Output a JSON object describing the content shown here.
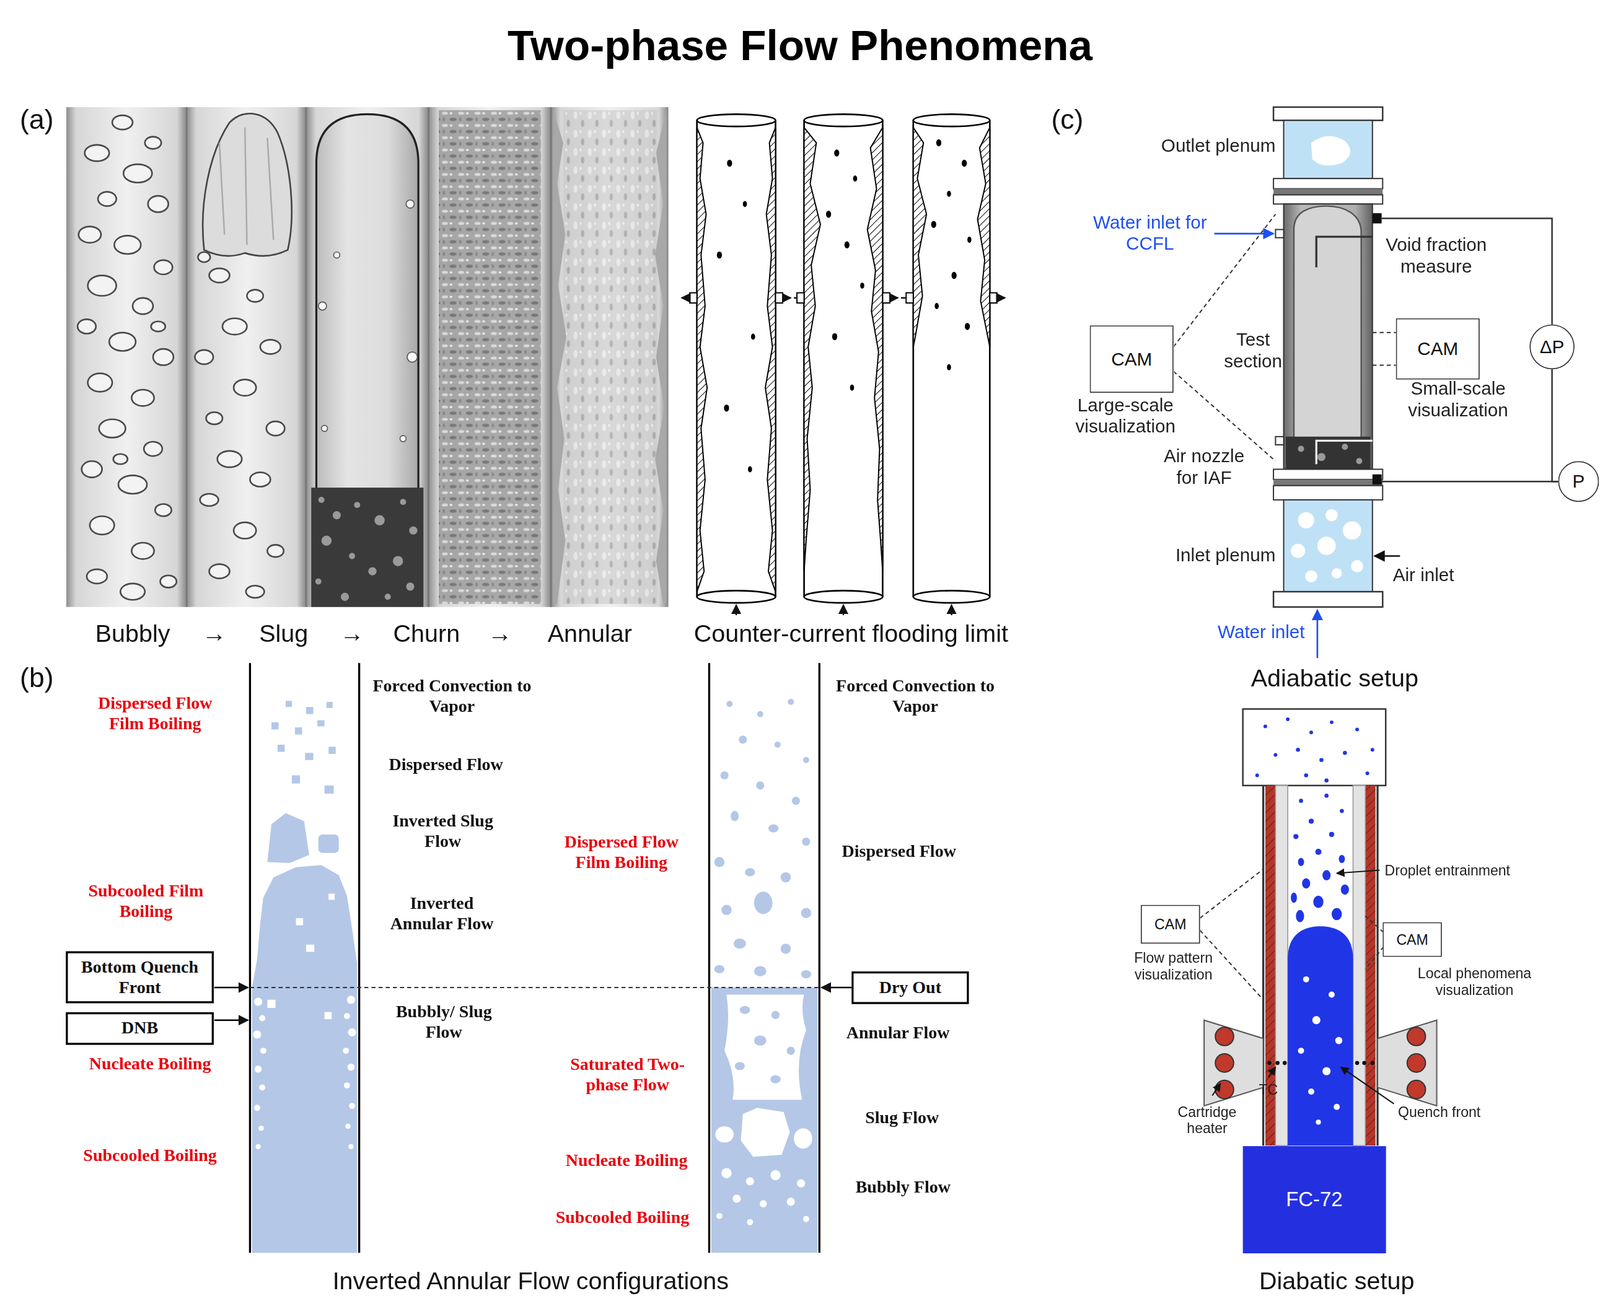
{
  "diagram": {
    "title": "Two-phase Flow Phenomena",
    "nodes": [
      {
        "text": [
          "Bottom Quench Front"
        ]
      },
      {
        "text": [
          "DNB"
        ]
      },
      {
        "text": [
          "Dry Out"
        ]
      },
      {
        "text": [
          "CAM"
        ]
      },
      {
        "text": [
          "CAM"
        ]
      },
      {
        "text": [
          "ΔP"
        ]
      },
      {
        "text": [
          "P"
        ]
      },
      {
        "text": [
          "CAM"
        ]
      },
      {
        "text": [
          "CAM"
        ]
      },
      {
        "text": [
          "FC-72"
        ]
      }
    ],
    "edges": [
      {
        "from": 5,
        "to": 6,
        "arrow": "none"
      }
    ],
    "labels": [
      "(a)",
      "Bubbly",
      "→",
      "Slug",
      "→",
      "Churn",
      "→",
      "Annular",
      "Counter-current flooding limit",
      "(b)",
      "Dispersed Flow Film Boiling",
      "Forced Convection to Vapor",
      "Dispersed Flow",
      "Inverted Slug Flow",
      "Subcooled Film Boiling",
      "Inverted Annular Flow",
      "Bubbly/ Slug Flow",
      "Nucleate Boiling",
      "Subcooled Boiling",
      "Forced Convection to Vapor",
      "Dispersed Flow Film Boiling",
      "Dispersed Flow",
      "Annular Flow",
      "Saturated Two-phase Flow",
      "Slug Flow",
      "Nucleate Boiling",
      "Bubbly Flow",
      "Subcooled Boiling",
      "Inverted Annular Flow configurations",
      "(c)",
      "Outlet plenum",
      "Water inlet for CCFL",
      "Void fraction measure",
      "Test section",
      "Large-scale visualization",
      "Small-scale visualization",
      "Air nozzle for IAF",
      "Inlet plenum",
      "Air inlet",
      "Water inlet",
      "Adiabatic setup",
      "Droplet entrainment",
      "Flow pattern visualization",
      "Local phenomena visualization",
      "Cartridge heater",
      "TC",
      "Quench front",
      "Diabatic setup"
    ]
  }
}
